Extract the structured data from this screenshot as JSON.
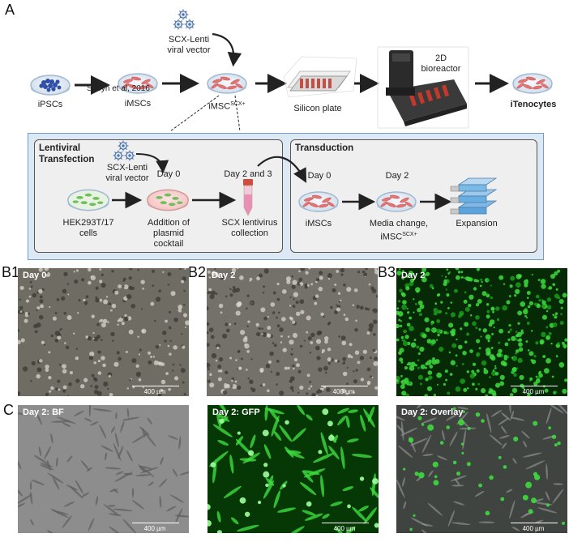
{
  "panels": {
    "a": "A",
    "b1": "B1",
    "b2": "B2",
    "b3": "B3",
    "c": "C"
  },
  "top_row": {
    "ipscs": "iPSCs",
    "imscs": "iMSCs",
    "citation": "Sheyn et al, 2016",
    "imsc_scx": "iMSC",
    "imsc_scx_sup": "SCX+",
    "vector_line1": "SCX-Lenti",
    "vector_line2": "viral vector",
    "silicon_plate": "Silicon plate",
    "bioreactor_line1": "2D",
    "bioreactor_line2": "bioreactor",
    "itenocytes": "iTenocytes"
  },
  "inset": {
    "lentiviral_title_1": "Lentiviral",
    "lentiviral_title_2": "Transfection",
    "vector_line1": "SCX-Lenti",
    "vector_line2": "viral vector",
    "day0": "Day 0",
    "day23": "Day 2 and 3",
    "hek_line1": "HEK293T/17",
    "hek_line2": "cells",
    "addition_line1": "Addition of",
    "addition_line2": "plasmid",
    "addition_line3": "cocktail",
    "scx_line1": "SCX lentivirus",
    "scx_line2": "collection",
    "transduction_title": "Transduction",
    "t_day0": "Day 0",
    "t_day2": "Day 2",
    "t_imscs": "iMSCs",
    "media_line1": "Media change,",
    "media_line2": "iMSC",
    "media_sup": "SCX+",
    "expansion": "Expansion"
  },
  "micrographs": {
    "b1": {
      "tag": "Day 0",
      "scale": "400 µm"
    },
    "b2": {
      "tag": "Day 2",
      "scale": "400 µm"
    },
    "b3": {
      "tag": "Day 2",
      "scale": "400 µm"
    },
    "c1": {
      "tag": "Day 2: BF",
      "scale": "400 µm"
    },
    "c2": {
      "tag": "Day 2: GFP",
      "scale": "400 µm"
    },
    "c3": {
      "tag": "Day 2: Overlay",
      "scale": "400 µm"
    }
  },
  "colors": {
    "inset_bg": "#dce8f4",
    "inset_border": "#6f9ccc",
    "dish_rim": "#9fb9d3",
    "cell_red": "#e57373",
    "ipsc_blue": "#2f4fa8",
    "gfp_green": "#3ddc3d",
    "virus_blue": "#4a6fa5"
  }
}
